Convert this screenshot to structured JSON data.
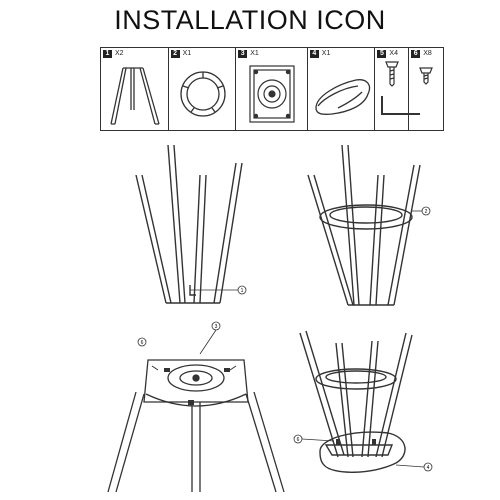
{
  "title": "INSTALLATION ICON",
  "parts": [
    {
      "number": "1",
      "quantity": "X2",
      "icon": "leg-frame-icon"
    },
    {
      "number": "2",
      "quantity": "X1",
      "icon": "foot-ring-icon"
    },
    {
      "number": "3",
      "quantity": "X1",
      "icon": "swivel-plate-icon"
    },
    {
      "number": "4",
      "quantity": "X1",
      "icon": "seat-icon"
    },
    {
      "number": "5",
      "quantity": "X4",
      "icon": "long-screw-icon"
    },
    {
      "number": "6",
      "quantity": "X8",
      "icon": "short-screw-icon"
    }
  ],
  "steps": [
    {
      "name": "cross-legs",
      "callouts": [
        "1"
      ]
    },
    {
      "name": "attach-ring",
      "callouts": [
        "2"
      ]
    },
    {
      "name": "attach-plate",
      "callouts": [
        "6",
        "3"
      ]
    },
    {
      "name": "attach-seat",
      "callouts": [
        "6",
        "4"
      ]
    }
  ]
}
